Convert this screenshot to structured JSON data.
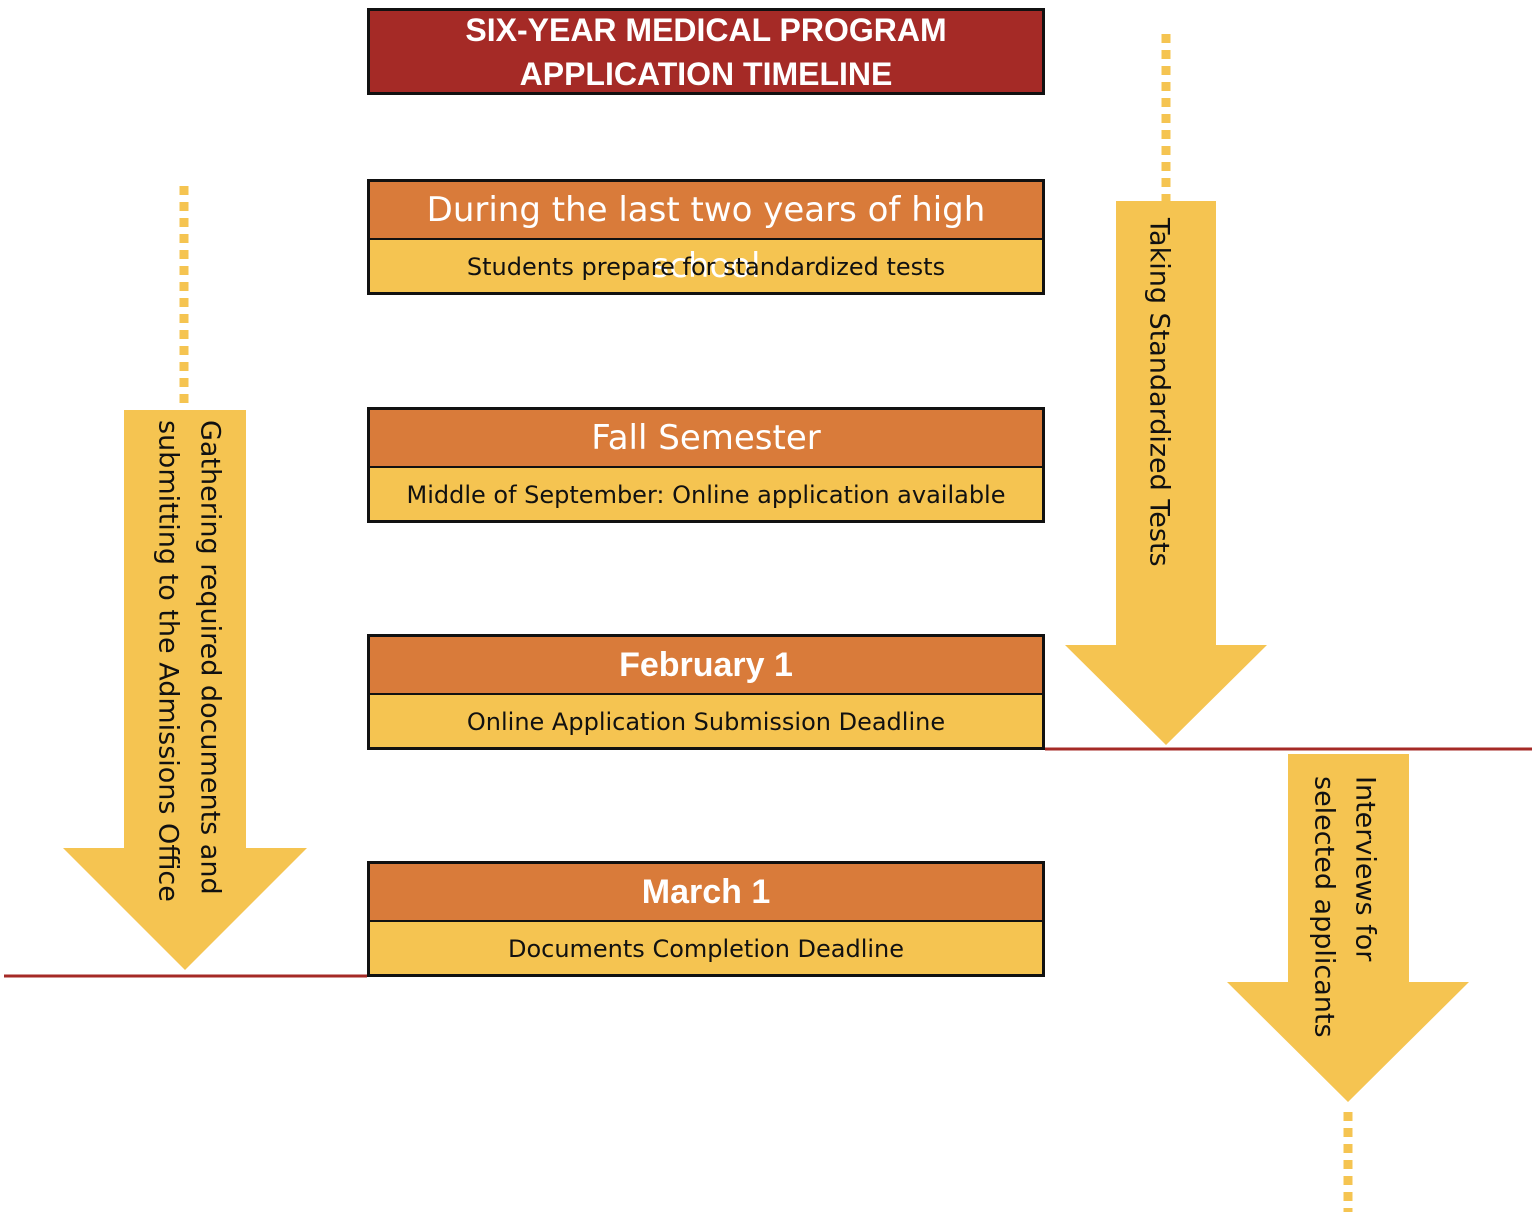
{
  "title": {
    "line1": "SIX-YEAR MEDICAL PROGRAM",
    "line2": "APPLICATION TIMELINE"
  },
  "stages": [
    {
      "header": "During the last two years of high school",
      "detail": "Students prepare for standardized tests"
    },
    {
      "header": "Fall Semester",
      "detail": "Middle of September: Online application available"
    },
    {
      "header": "February 1",
      "detail": "Online Application Submission Deadline"
    },
    {
      "header": "March 1",
      "detail": "Documents Completion Deadline"
    }
  ],
  "arrows": {
    "tests": {
      "label": "Taking Standardized Tests"
    },
    "documents": {
      "line1": "Gathering required documents and",
      "line2": "submitting to the Admissions Office"
    },
    "interviews": {
      "line1": "Interviews for",
      "line2": "selected applicants"
    }
  },
  "colors": {
    "title_fill": "#a52a26",
    "header_fill": "#d97b3a",
    "detail_fill": "#f5c451",
    "arrow_fill": "#f5c451",
    "deadline_line": "#a52a26"
  }
}
